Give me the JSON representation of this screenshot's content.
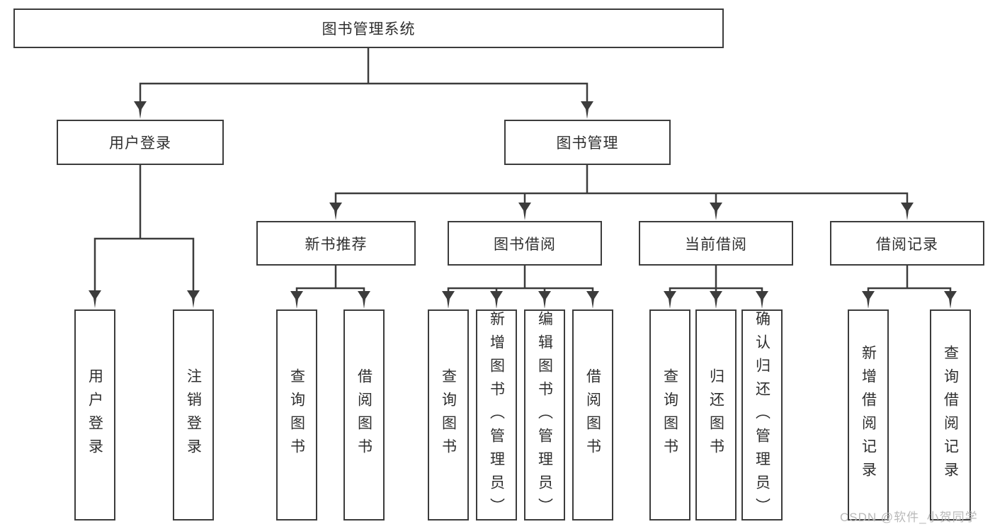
{
  "tree": {
    "label": "图书管理系统",
    "children": [
      {
        "label": "用户登录",
        "children": [
          {
            "label": "用户登录"
          },
          {
            "label": "注销登录"
          }
        ]
      },
      {
        "label": "图书管理",
        "children": [
          {
            "label": "新书推荐",
            "children": [
              {
                "label": "查询图书"
              },
              {
                "label": "借阅图书"
              }
            ]
          },
          {
            "label": "图书借阅",
            "children": [
              {
                "label": "查询图书"
              },
              {
                "label": "新增图书（管理员）"
              },
              {
                "label": "编辑图书（管理员）"
              },
              {
                "label": "借阅图书"
              }
            ]
          },
          {
            "label": "当前借阅",
            "children": [
              {
                "label": "查询图书"
              },
              {
                "label": "归还图书"
              },
              {
                "label": "确认归还（管理员）"
              }
            ]
          },
          {
            "label": "借阅记录",
            "children": [
              {
                "label": "新增借阅记录"
              },
              {
                "label": "查询借阅记录"
              }
            ]
          }
        ]
      }
    ]
  },
  "watermark": "CSDN @软件_小贺同学",
  "colors": {
    "line": "#3c3c3c",
    "text": "#2f2f2f",
    "watermark": "#b9b9b9",
    "background": "#ffffff"
  }
}
